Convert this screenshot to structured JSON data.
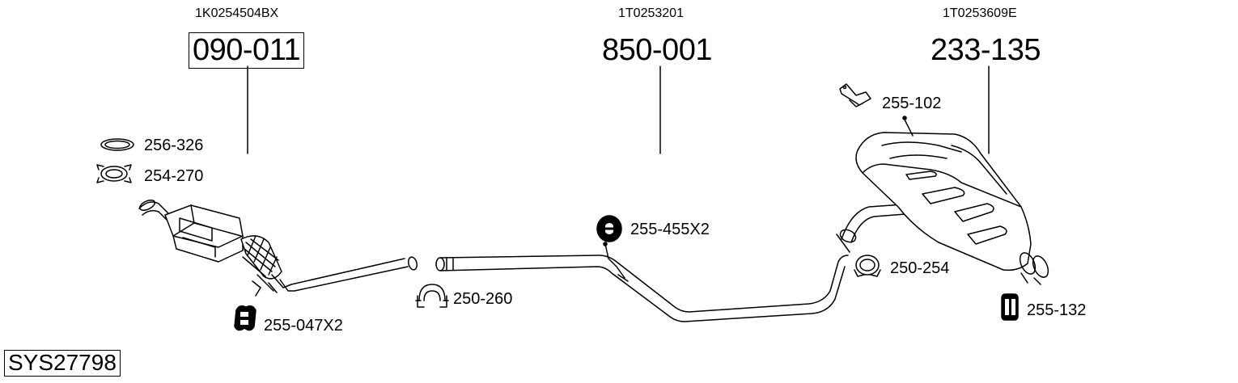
{
  "system_id": "SYS27798",
  "main_parts": [
    {
      "oem": "1K0254504BX",
      "number": "090-011",
      "boxed": true
    },
    {
      "oem": "1T0253201",
      "number": "850-001",
      "boxed": false
    },
    {
      "oem": "1T0253609E",
      "number": "233-135",
      "boxed": false
    }
  ],
  "accessories": {
    "gasket": "256-326",
    "clamp_front": "254-270",
    "hanger_front": "255-047X2",
    "clamp_mid": "250-260",
    "hanger_mid": "255-455X2",
    "bracket_rear": "255-102",
    "clamp_rear": "250-254",
    "hanger_rear": "255-132"
  }
}
